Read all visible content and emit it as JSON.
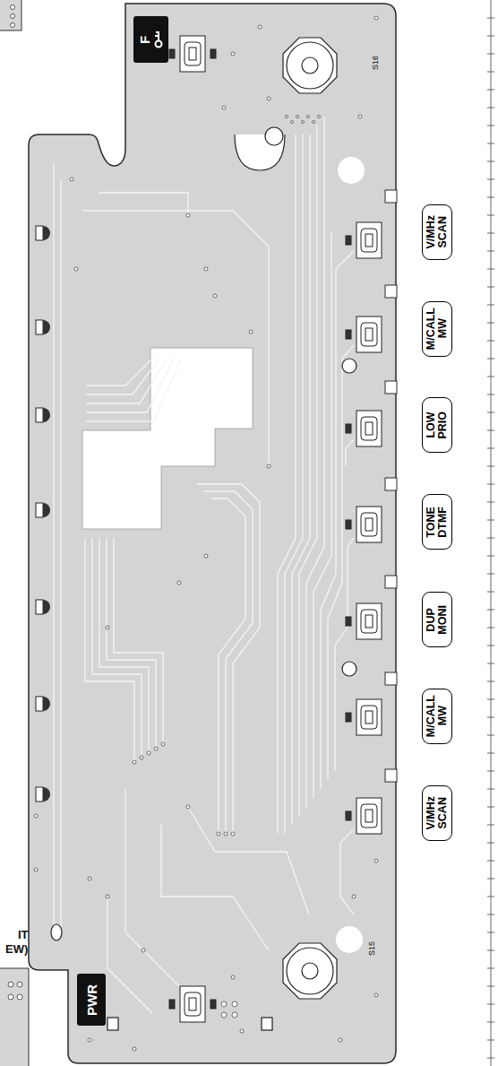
{
  "diagram": {
    "nodes": [
      {
        "text": [
          "F"
        ]
      },
      {
        "text": [
          "V/MHz",
          "SCAN"
        ]
      },
      {
        "text": [
          "M/CALL",
          "MW"
        ]
      },
      {
        "text": [
          "LOW",
          "PRIO"
        ]
      },
      {
        "text": [
          "TONE",
          "DTMF"
        ]
      },
      {
        "text": [
          "DUP",
          "MONI"
        ]
      },
      {
        "text": [
          "M/CALL",
          "MW"
        ]
      },
      {
        "text": [
          "V/MHz",
          "SCAN"
        ]
      },
      {
        "text": [
          "PWR"
        ]
      }
    ],
    "labels": [
      "S16",
      "S15",
      "IT",
      "EW)"
    ]
  }
}
